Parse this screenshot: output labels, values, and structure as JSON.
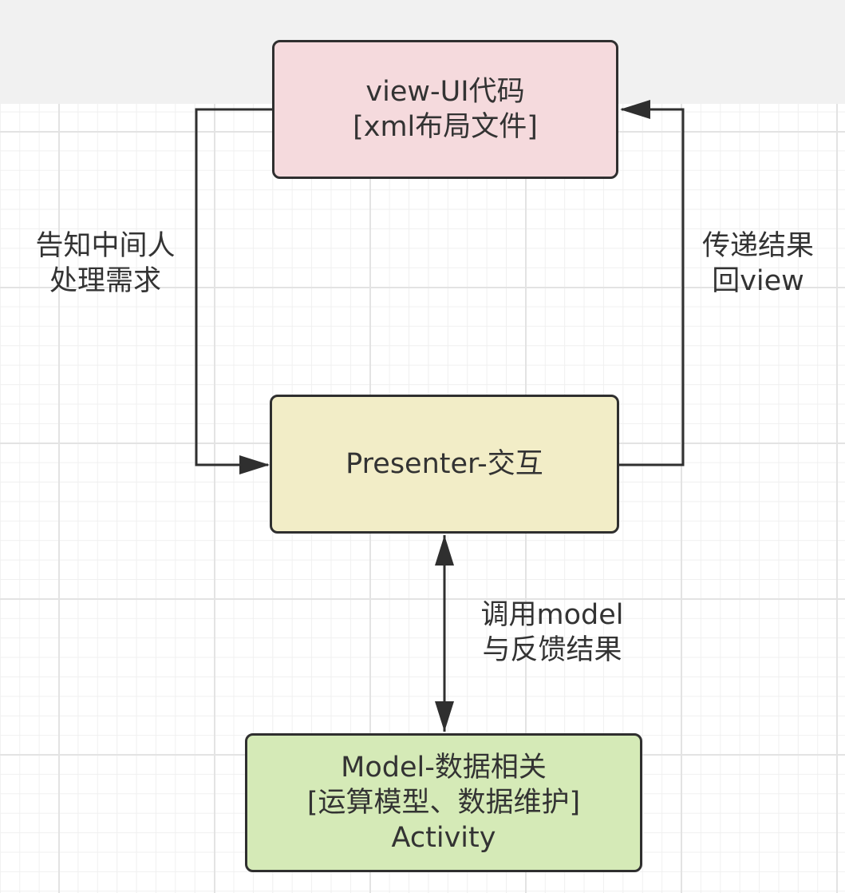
{
  "diagram": {
    "nodes": {
      "view": {
        "line1": "view-UI代码",
        "line2": "[xml布局文件]",
        "fill": "#f5dadd"
      },
      "presenter": {
        "line1": "Presenter-交互",
        "fill": "#f2edc7"
      },
      "model": {
        "line1": "Model-数据相关",
        "line2": "[运算模型、数据维护]",
        "line3": "Activity",
        "fill": "#d5eab7"
      }
    },
    "edges": {
      "view_to_presenter": {
        "from": "view",
        "to": "presenter",
        "line1": "告知中间人",
        "line2": "处理需求"
      },
      "presenter_to_view": {
        "from": "presenter",
        "to": "view",
        "line1": "传递结果",
        "line2": "回view"
      },
      "presenter_model": {
        "from": "presenter",
        "to": "model",
        "bidirectional": true,
        "line1": "调用model",
        "line2": "与反馈结果"
      }
    },
    "colors": {
      "stroke": "#2f2f2f",
      "text": "#333333",
      "grid": "#e3e3e3",
      "header_band": "#f1f1f1"
    }
  }
}
